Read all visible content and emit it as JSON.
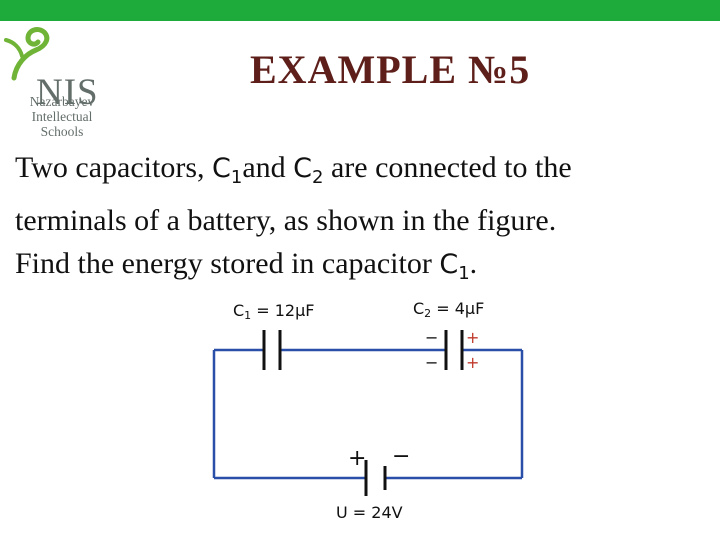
{
  "header": {
    "bar_color": "#1faa3c"
  },
  "logo": {
    "mark": "NIS",
    "lines": [
      "Nazarbayev",
      "Intellectual",
      "Schools"
    ]
  },
  "title": "EXAMPLE №5",
  "problem": {
    "line1_pre": "Two capacitors, ",
    "line1_c1": "C",
    "line1_c1_sub": "1",
    "line1_mid": "and ",
    "line1_c2": "C",
    "line1_c2_sub": "2",
    "line1_post": " are connected to the",
    "line2": "terminals of a battery, as shown in the figure.",
    "line3_pre": "Find the energy stored in capacitor ",
    "line3_c": "C",
    "line3_c_sub": "1",
    "line3_post": "."
  },
  "circuit": {
    "c1_label": {
      "sym": "C",
      "sub": "1",
      "rest": " = 12μF"
    },
    "c2_label": {
      "sym": "C",
      "sub": "2",
      "rest": " = 4μF"
    },
    "c2_left_sign_top": "−",
    "c2_left_sign_bottom": "−",
    "c2_right_sign_top": "+",
    "c2_right_sign_bottom": "+",
    "battery_plus": "+",
    "battery_minus": "−",
    "battery_label": "U = 24V",
    "wire_color": "#2a4fa8",
    "plus_color": "#c0392b"
  }
}
